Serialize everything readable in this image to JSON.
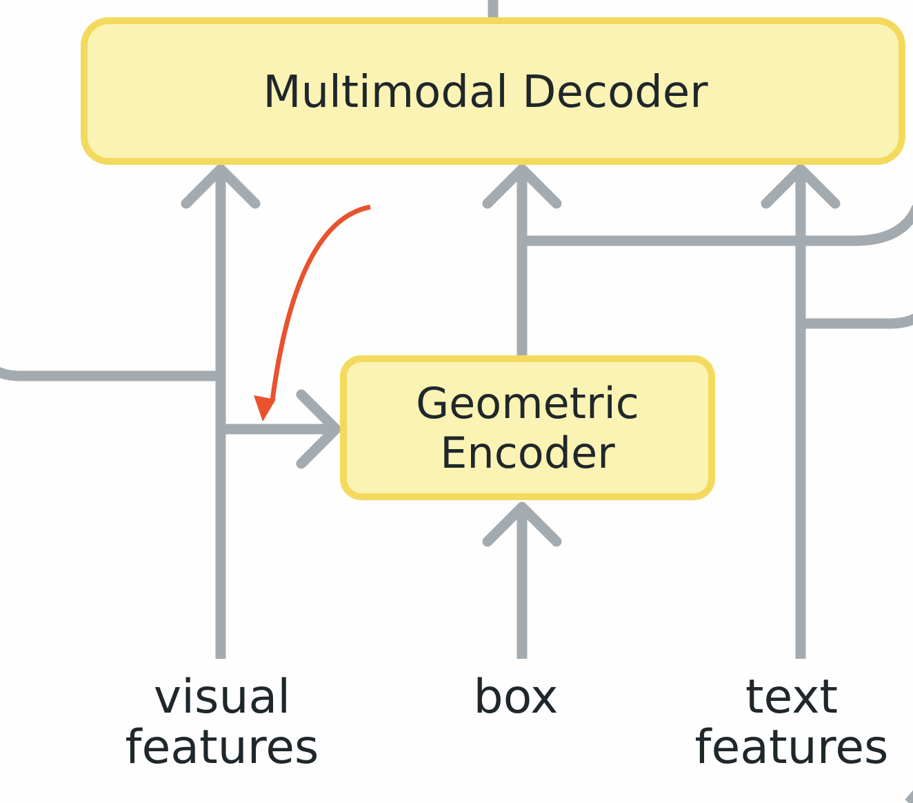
{
  "diagram": {
    "title": "Multimodal decoder with geometric encoder",
    "colors": {
      "box_fill": "#fbf3b3",
      "box_stroke": "#f3da5e",
      "connector": "#a4abb0",
      "highlight_arrow": "#e8532e",
      "text": "#1f272b"
    },
    "nodes": {
      "decoder": {
        "label": "Multimodal Decoder"
      },
      "geo_encoder": {
        "label_line1": "Geometric",
        "label_line2": "Encoder"
      }
    },
    "inputs": {
      "visual": {
        "line1": "visual",
        "line2": "features"
      },
      "box": {
        "line1": "box"
      },
      "text": {
        "line1": "text",
        "line2": "features"
      }
    },
    "edges": [
      {
        "from": "visual features",
        "to": "Multimodal Decoder"
      },
      {
        "from": "visual features",
        "to": "Geometric Encoder"
      },
      {
        "from": "box",
        "to": "Geometric Encoder"
      },
      {
        "from": "Geometric Encoder",
        "to": "Multimodal Decoder"
      },
      {
        "from": "text features",
        "to": "Multimodal Decoder"
      },
      {
        "from": "highlight",
        "to": "visual features → Geometric Encoder edge",
        "style": "red curved arrow"
      }
    ]
  }
}
